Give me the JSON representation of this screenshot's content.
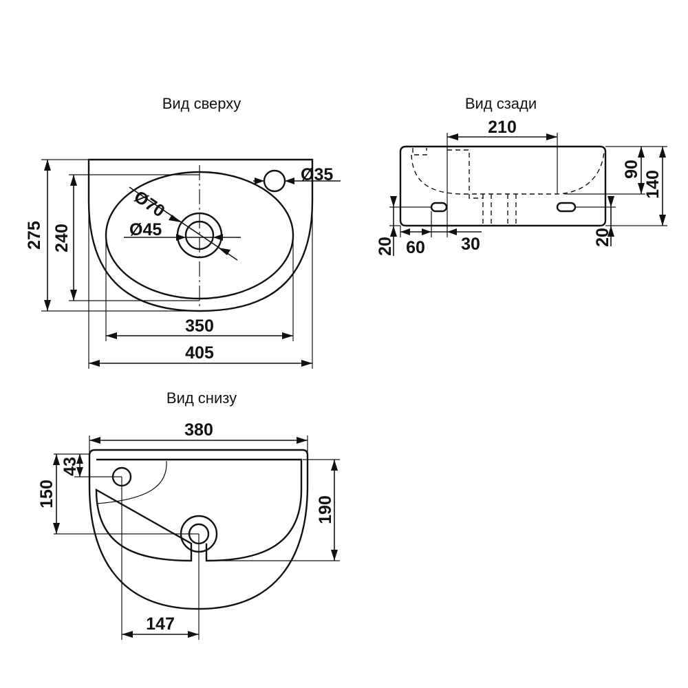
{
  "views": {
    "top": {
      "title": "Вид сверху"
    },
    "back": {
      "title": "Вид сзади"
    },
    "bottom": {
      "title": "Вид снизу"
    }
  },
  "dimensions": {
    "top": {
      "width_total": "405",
      "bowl_width": "350",
      "depth_total": "275",
      "bowl_depth": "240",
      "tap_hole_diameter": "Ø35",
      "drain_outer_diameter": "Ø70",
      "drain_inner_diameter": "Ø45"
    },
    "back": {
      "top_width": "210",
      "mount_hole_height": "90",
      "total_height": "140",
      "left_bottom_offset": "20",
      "mount_hole_offset": "60",
      "mount_hole_width": "30",
      "right_bottom_offset": "20"
    },
    "bottom": {
      "width": "380",
      "tap_hole_offset": "43",
      "drain_offset": "150",
      "depth": "190",
      "drain_side_offset": "147"
    }
  }
}
